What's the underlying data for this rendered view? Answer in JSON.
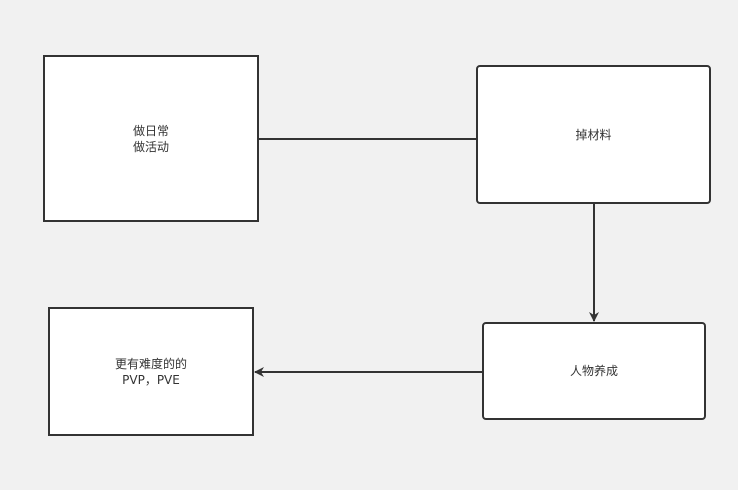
{
  "diagram": {
    "nodes": [
      {
        "id": "daily",
        "lines": [
          "做日常",
          "做活动"
        ]
      },
      {
        "id": "drops",
        "lines": [
          "掉材料"
        ]
      },
      {
        "id": "growth",
        "lines": [
          "人物养成"
        ]
      },
      {
        "id": "pvp",
        "lines": [
          "更有难度的的",
          "PVP，PVE"
        ]
      }
    ],
    "edges": [
      {
        "from": "daily",
        "to": "drops",
        "arrow": false
      },
      {
        "from": "drops",
        "to": "growth",
        "arrow": true
      },
      {
        "from": "growth",
        "to": "pvp",
        "arrow": true
      }
    ]
  },
  "colors": {
    "background": "#f1f1f1",
    "node_fill": "#ffffff",
    "stroke": "#333333",
    "text": "#333333"
  }
}
